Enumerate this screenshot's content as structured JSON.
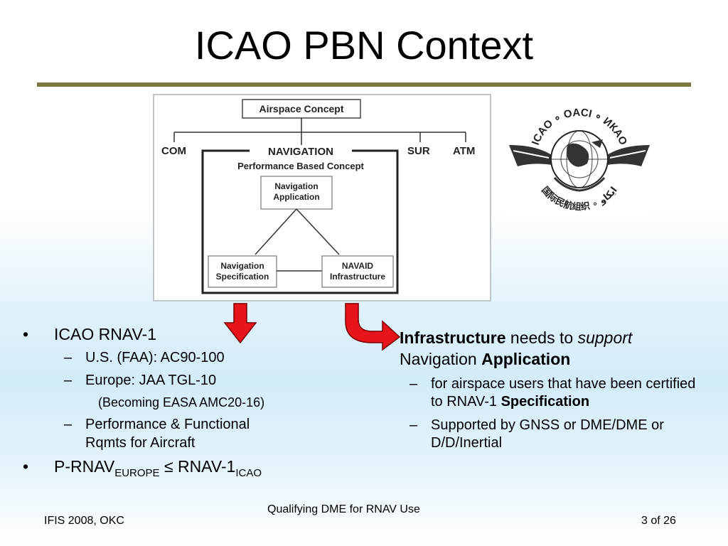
{
  "slide": {
    "title": "ICAO PBN Context"
  },
  "diagram": {
    "airspace_concept": "Airspace Concept",
    "com": "COM",
    "sur": "SUR",
    "atm": "ATM",
    "navigation": "NAVIGATION",
    "pbc": "Performance Based Concept",
    "nav_app_line1": "Navigation",
    "nav_app_line2": "Application",
    "nav_spec_line1": "Navigation",
    "nav_spec_line2": "Specification",
    "navaid_line1": "NAVAID",
    "navaid_line2": "Infrastructure"
  },
  "logo": {
    "text_latin": "ICAO ∘ OACI ∘ ИКАО",
    "text_cjk": "国际民航组织 ∘ ايكاو"
  },
  "left": {
    "bullet1": "ICAO RNAV-1",
    "sub1": "U.S. (FAA): AC90-100",
    "sub2": "Europe: JAA TGL-10",
    "sub2_note": "(Becoming EASA AMC20-16)",
    "sub3_line1": "Performance & Functional",
    "sub3_line2": "Rqmts for Aircraft",
    "bullet2_a": "P-RNAV",
    "bullet2_sub_a": "EUROPE",
    "bullet2_b": " ≤ RNAV-1",
    "bullet2_sub_b": "ICAO"
  },
  "right": {
    "w1": "Infrastructure",
    "w2": " needs to ",
    "w3": "support",
    "w4": "Navigation ",
    "w5": "Application",
    "sub1_a": "for airspace users that have been certified to RNAV-1 ",
    "sub1_b": "Specification",
    "sub2": "Supported by GNSS or DME/DME or D/D/Inertial"
  },
  "footer": {
    "left": "IFIS 2008, OKC",
    "center": "Qualifying DME for RNAV Use",
    "right": "3 of 26"
  },
  "colors": {
    "rule": "#7a7a40",
    "arrow_fill": "#e8141c",
    "arrow_stroke": "#7a0000"
  }
}
